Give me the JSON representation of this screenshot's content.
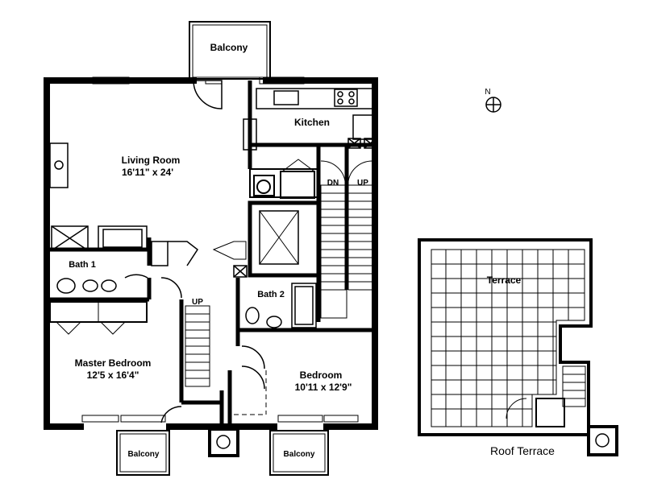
{
  "rooms": {
    "balcony_top": "Balcony",
    "living_room": "Living Room",
    "living_room_dims": "16'11\" x 24'",
    "kitchen": "Kitchen",
    "bath1": "Bath 1",
    "bath2": "Bath 2",
    "master_bedroom": "Master Bedroom",
    "master_bedroom_dims": "12'5 x 16'4\"",
    "bedroom": "Bedroom",
    "bedroom_dims": "10'11 x 12'9\"",
    "balcony_bottom_left": "Balcony",
    "balcony_bottom_right": "Balcony",
    "terrace": "Terrace",
    "roof_terrace": "Roof Terrace"
  },
  "stairs": {
    "dn": "DN",
    "up_right": "UP",
    "up_left": "UP"
  },
  "compass": {
    "north": "N"
  }
}
